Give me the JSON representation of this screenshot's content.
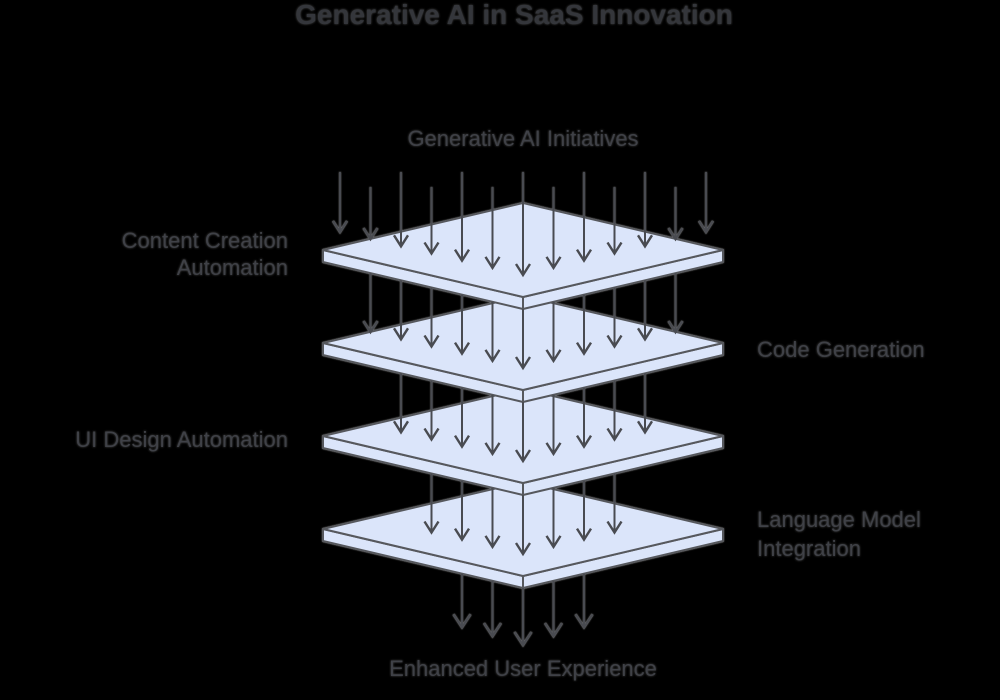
{
  "title": "Generative AI in SaaS Innovation",
  "flow": {
    "source_label": "Generative AI Initiatives",
    "sink_label": "Enhanced User Experience",
    "layers": [
      {
        "name": "Content Creation Automation",
        "side": "left",
        "lines": [
          "Content Creation",
          "Automation"
        ]
      },
      {
        "name": "Code Generation",
        "side": "right",
        "lines": [
          "Code Generation"
        ]
      },
      {
        "name": "UI Design Automation",
        "side": "left",
        "lines": [
          "UI Design Automation"
        ]
      },
      {
        "name": "Language Model Integration",
        "side": "right",
        "lines": [
          "Language Model",
          "Integration"
        ]
      }
    ]
  },
  "stack": {
    "plate_count": 4,
    "top_arrow_count": 13,
    "arrow_funnel_step": 2,
    "bottom_arrow_count": 5
  },
  "colors": {
    "background": "#000000",
    "plate_fill": "#dbe5fa",
    "plate_stroke": "#56585d",
    "arrow": "#4a4c51",
    "label_text": "#3f4147",
    "title_text": "#34363b"
  }
}
